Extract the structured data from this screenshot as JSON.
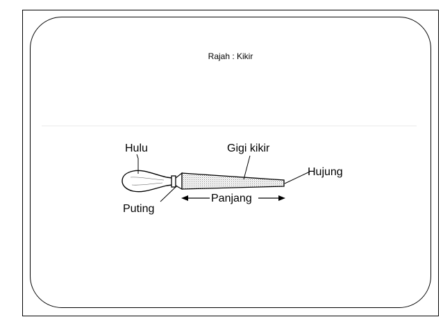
{
  "slide": {
    "title": "Rajah : Kikir"
  },
  "diagram": {
    "labels": {
      "hulu": "Hulu",
      "gigi_kikir": "Gigi kikir",
      "hujung": "Hujung",
      "puting": "Puting",
      "panjang": "Panjang"
    }
  }
}
